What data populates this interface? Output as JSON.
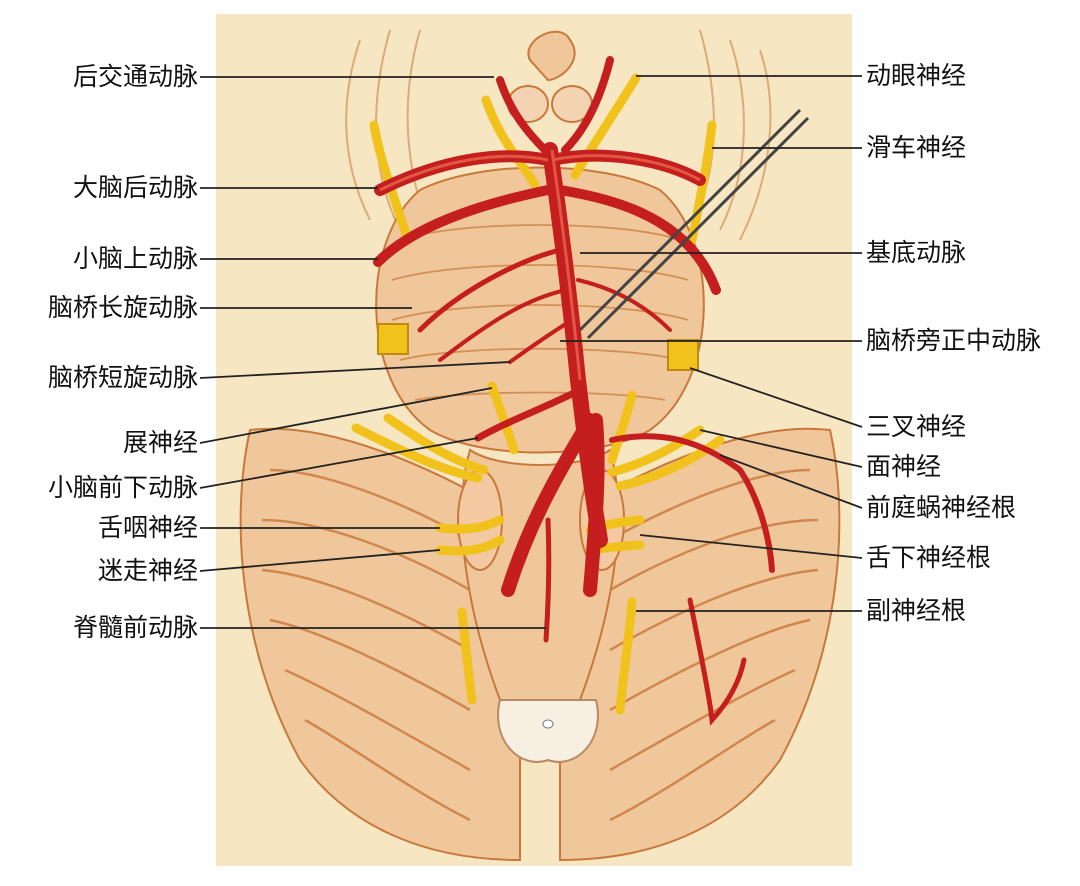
{
  "labels_left": [
    "后交通动脉",
    "大脑后动脉",
    "小脑上动脉",
    "脑桥长旋动脉",
    "脑桥短旋动脉",
    "展神经",
    "小脑前下动脉",
    "舌咽神经",
    "迷走神经",
    "脊髓前动脉"
  ],
  "labels_right": [
    "动眼神经",
    "滑车神经",
    "基底动脉",
    "脑桥旁正中动脉",
    "三叉神经",
    "面神经",
    "前庭蜗神经根",
    "舌下神经根",
    "副神经根"
  ],
  "colors": {
    "background_panel": "#f6e6c2",
    "brain_tissue": "#efc79a",
    "tissue_stroke": "#c9783c",
    "artery": "#c41e1e",
    "artery_highlight": "#e8664e",
    "nerve": "#f2c21c",
    "nerve_stroke": "#c08a10",
    "leader_line": "#222222"
  }
}
